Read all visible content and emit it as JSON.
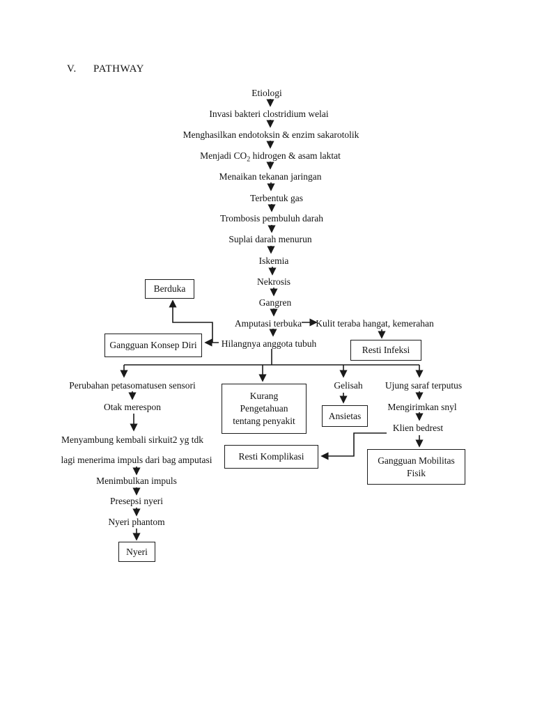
{
  "title": {
    "number": "V.",
    "text": "PATHWAY"
  },
  "colors": {
    "ink": "#1a1a1a",
    "background": "#ffffff"
  },
  "nodes": {
    "etiologi": "Etiologi",
    "invasi": "Invasi bakteri clostridium welai",
    "menghasilkan": "Menghasilkan endotoksin & enzim sakarotolik",
    "menjadi_pre": "Menjadi CO",
    "menjadi_sub": "2",
    "menjadi_post": "hidrogen & asam laktat",
    "menaikan": "Menaikan tekanan jaringan",
    "terbentuk": "Terbentuk gas",
    "trombosis": "Trombosis pembuluh darah",
    "suplai": "Suplai darah menurun",
    "iskemia": "Iskemia",
    "nekrosis": "Nekrosis",
    "gangren": "Gangren",
    "amputasi": "Amputasi terbuka",
    "kulit": "Kulit teraba hangat, kemerahan",
    "hilangnya": "Hilangnya anggota tubuh",
    "berduka": "Berduka",
    "gangguan_konsep_diri": "Gangguan Konsep Diri",
    "resti_infeksi": "Resti Infeksi",
    "perubahan": "Perubahan petasomatusen sensori",
    "otak": "Otak merespon",
    "menyambung_line1": "Menyambung kembali sirkuit2 yg tdk",
    "menyambung_line2": "lagi menerima impuls dari bag amputasi",
    "menimbulkan": "Menimbulkan impuls",
    "presepsi": "Presepsi nyeri",
    "nyeri_phantom": "Nyeri phantom",
    "nyeri": "Nyeri",
    "kurang_line1": "Kurang",
    "kurang_line2": "Pengetahuan",
    "kurang_line3": "tentang penyakit",
    "resti_komplikasi": "Resti Komplikasi",
    "gelisah": "Gelisah",
    "ansietas": "Ansietas",
    "ujung_saraf": "Ujung saraf  terputus",
    "mengirimkan": "Mengirimkan snyl",
    "klien_bedrest": "Klien bedrest",
    "gangguan_mobilitas_line1": "Gangguan Mobilitas",
    "gangguan_mobilitas_line2": "Fisik"
  }
}
